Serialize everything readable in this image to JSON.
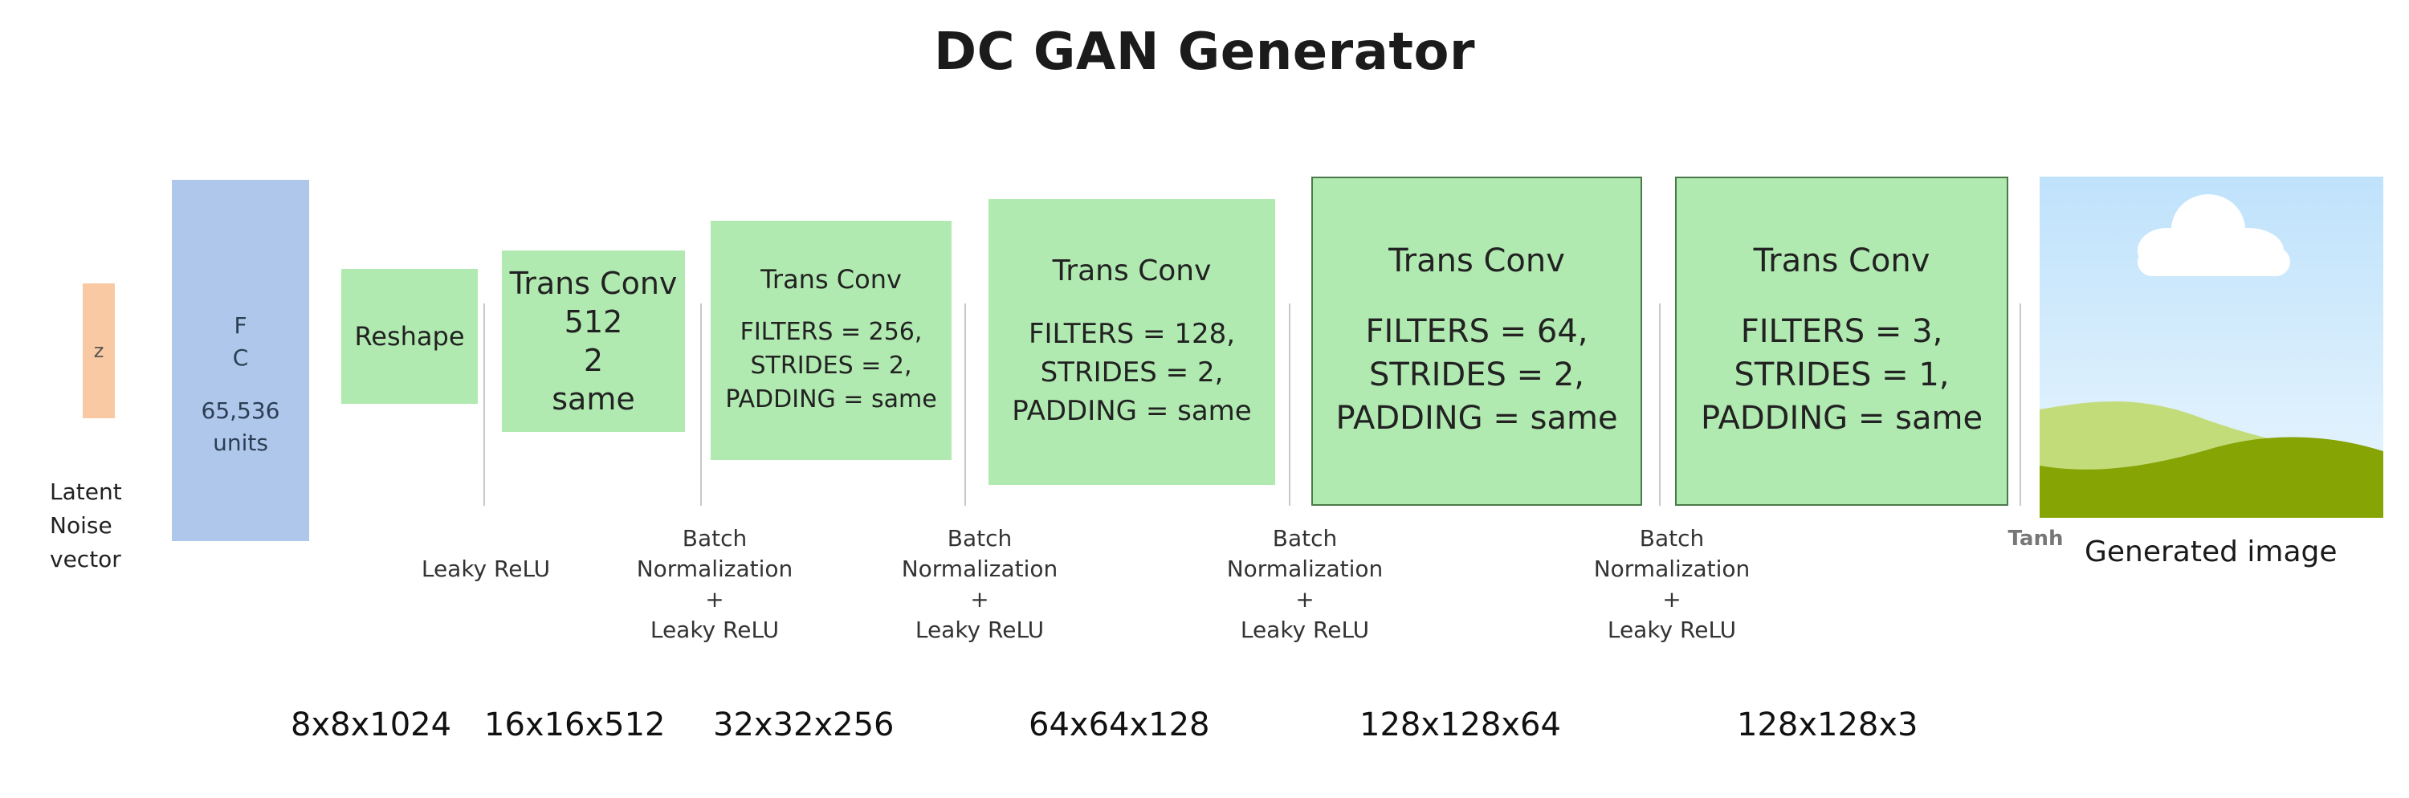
{
  "title": "DC GAN Generator",
  "input": {
    "z_label": "z",
    "caption": "Latent\nNoise\nvector"
  },
  "fc": {
    "line1": "F",
    "line2": "C",
    "line3": "65,536",
    "line4": "units"
  },
  "blocks": [
    {
      "id": "reshape",
      "text": "Reshape"
    },
    {
      "id": "tc512",
      "text": "Trans Conv\n512\n2\nsame"
    },
    {
      "id": "tc256",
      "heading": "Trans Conv",
      "text": "FILTERS = 256,\nSTRIDES = 2,\nPADDING = same"
    },
    {
      "id": "tc128",
      "heading": "Trans Conv",
      "text": "FILTERS = 128,\nSTRIDES = 2,\nPADDING = same"
    },
    {
      "id": "tc64",
      "heading": "Trans Conv",
      "text": "FILTERS = 64,\nSTRIDES = 2,\nPADDING = same"
    },
    {
      "id": "tc3",
      "heading": "Trans Conv",
      "text": "FILTERS = 3,\nSTRIDES = 1,\nPADDING = same"
    }
  ],
  "activations": [
    "Leaky ReLU",
    "Batch\nNormalization\n+\nLeaky ReLU",
    "Batch\nNormalization\n+\nLeaky ReLU",
    "Batch\nNormalization\n+\nLeaky ReLU",
    "Batch\nNormalization\n+\nLeaky ReLU",
    "Tanh"
  ],
  "output_label": "Generated image",
  "dims": [
    "8x8x1024",
    "16x16x512",
    "32x32x256",
    "64x64x128",
    "128x128x64",
    "128x128x3"
  ],
  "colors": {
    "input": "#f8c9a3",
    "fc": "#aec7ea",
    "conv": "#b1eab1"
  }
}
